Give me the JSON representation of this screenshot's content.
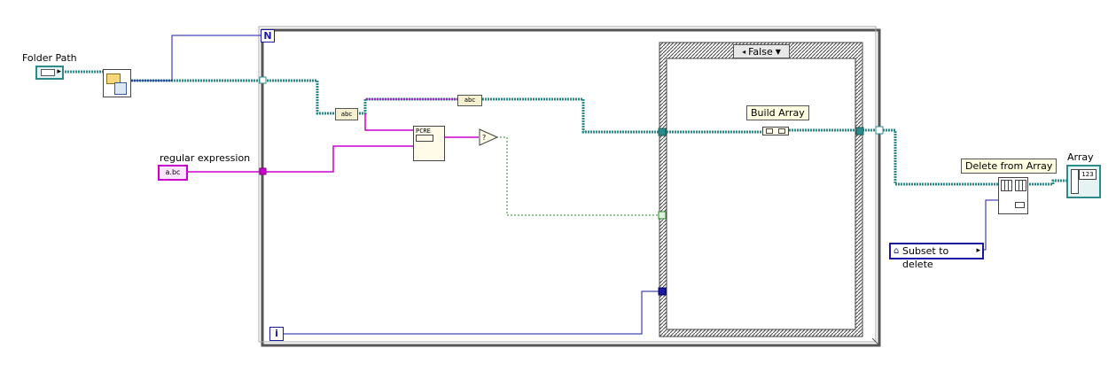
{
  "labels": {
    "folder_path": "Folder Path",
    "regular_expression": "regular expression",
    "array": "Array",
    "subset_to_delete": "Subset to delete"
  },
  "controls": {
    "regex_glyph": "a.bc",
    "subset_arrow": "▸",
    "array_glyph": "123"
  },
  "loop": {
    "count_terminal": "N",
    "iteration_terminal": "i"
  },
  "case_structure": {
    "selector_value": "False",
    "selector_arrow": "▼"
  },
  "tooltips": {
    "build_array": "Build Array",
    "delete_from_array": "Delete from Array"
  },
  "nodes": {
    "pcre": "PCRE",
    "strip_path_in": "abc",
    "string_node": "abc",
    "question": "?"
  },
  "colors": {
    "path_wire": "#2e8b8b",
    "string_wire": "#cc00cc",
    "numeric_wire": "#0000c0",
    "boolean_wire": "#2a8a2a",
    "loop_frame": "#555555",
    "case_frame": "#444444"
  }
}
